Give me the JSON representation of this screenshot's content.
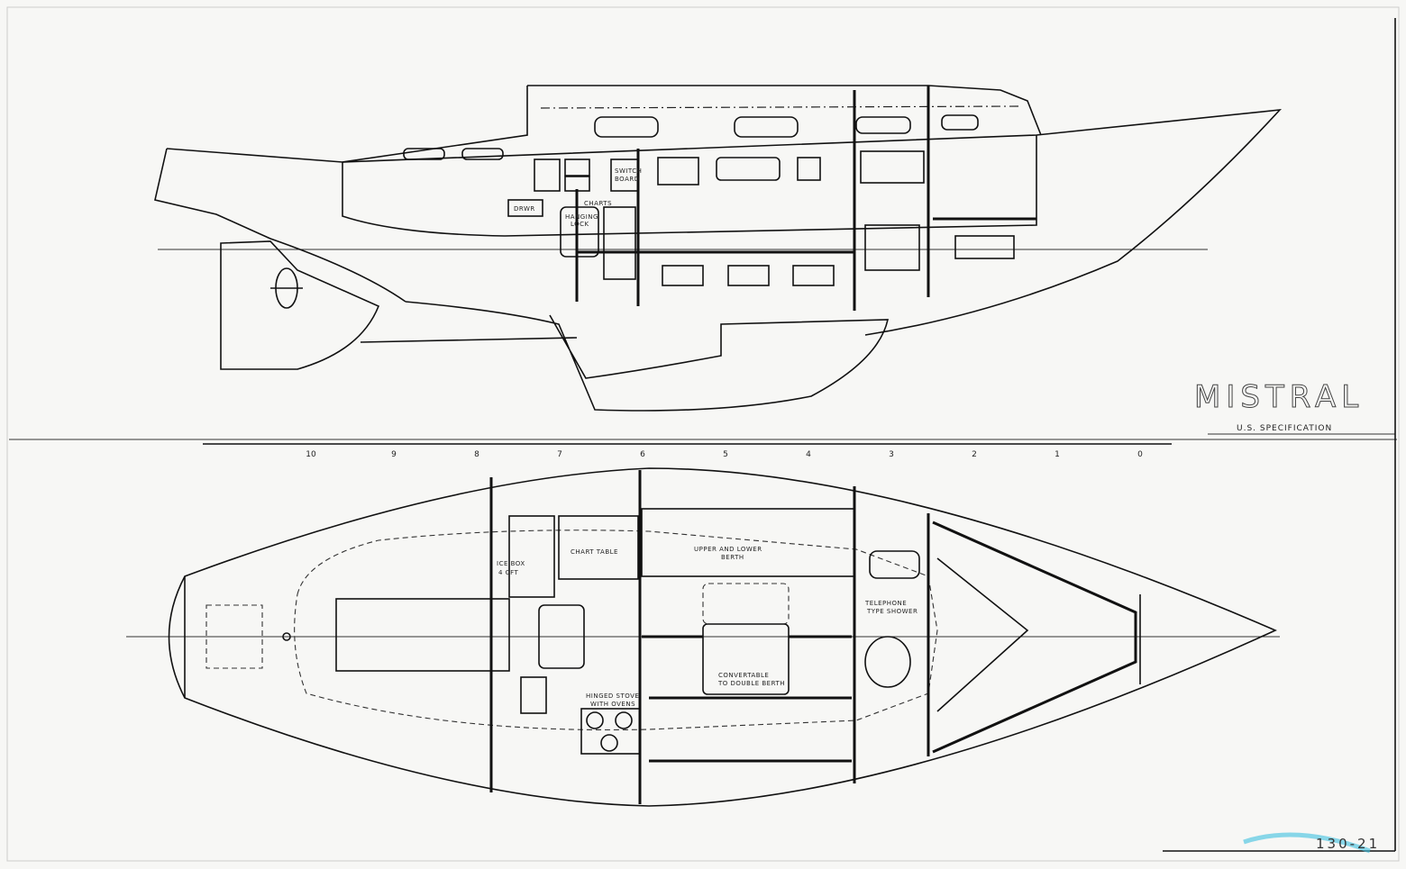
{
  "drawing": {
    "title": "MISTRAL",
    "subtitle": "U.S. SPECIFICATION",
    "drawing_number": "130-21",
    "scale_stations": [
      "10",
      "9",
      "8",
      "7",
      "6",
      "5",
      "4",
      "3",
      "2",
      "1",
      "0"
    ],
    "profile_labels": {
      "switch_board_1": "SWITCH",
      "switch_board_2": "BOARD",
      "charts": "CHARTS",
      "drawer": "DRWR",
      "hanging_locker_1": "HANGING",
      "hanging_locker_2": "LOCK"
    },
    "plan_labels": {
      "chart_table": "CHART TABLE",
      "berth_1": "UPPER AND LOWER",
      "berth_2": "BERTH",
      "ice_box_1": "ICE BOX",
      "ice_box_2": "4 CFT",
      "shower_1": "TELEPHONE",
      "shower_2": "TYPE SHOWER",
      "convertable_1": "CONVERTABLE",
      "convertable_2": "TO DOUBLE BERTH",
      "stove_1": "HINGED STOVE",
      "stove_2": "WITH OVENS"
    }
  }
}
